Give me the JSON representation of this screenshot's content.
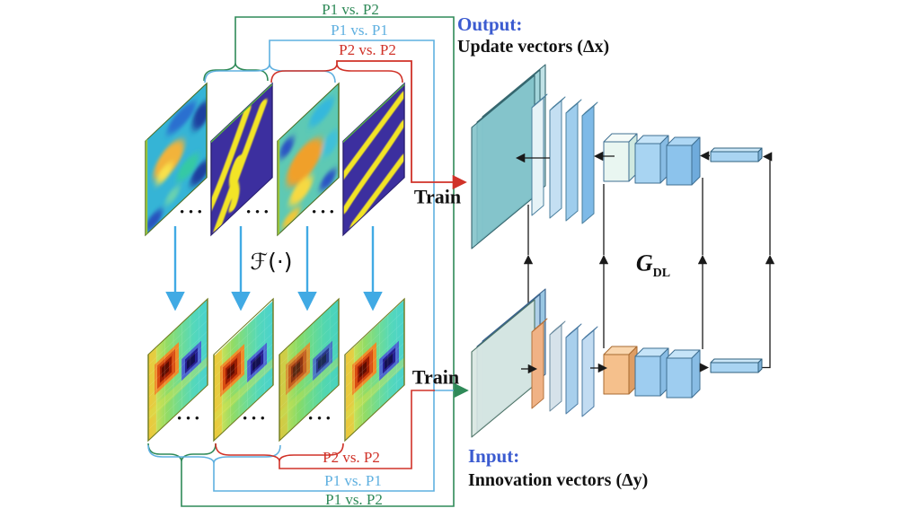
{
  "pairs_top": [
    "P1 vs. P2",
    "P1 vs. P1",
    "P2 vs. P2"
  ],
  "pairs_bottom": [
    "P2 vs. P2",
    "P1 vs. P1",
    "P1 vs. P2"
  ],
  "output": {
    "title": "Output:",
    "subtitle": "Update vectors (Δx)"
  },
  "input": {
    "title": "Input:",
    "subtitle": "Innovation vectors (Δy)"
  },
  "train_top": "Train",
  "train_bottom": "Train",
  "function_label": "ℱ(·)",
  "network": {
    "symbol": "G",
    "subscript": "DL"
  },
  "ellipsis": "• • •",
  "colors": {
    "pair_p1_vs_p2": "#2f8a58",
    "pair_p1_vs_p1": "#5fb0e0",
    "pair_p2_vs_p2": "#d03228",
    "io_title_blue": "#3b5bd0",
    "sheet_arrow_blue": "#41aae4",
    "connector_black": "#1a1a1a",
    "smooth_field_base": "#35b4d6",
    "channel_field_base": "#3c2f9f",
    "channel_yellow": "#f2e428",
    "heatmap_red_core": "#600c00",
    "heatmap_navy_core": "#141052",
    "decoder_plate_teal": "#7fc2c8",
    "encoder_plate_front": "#d8e7e1",
    "layer_blue": "#a8d4f2",
    "layer_orange": "#f0b285"
  }
}
